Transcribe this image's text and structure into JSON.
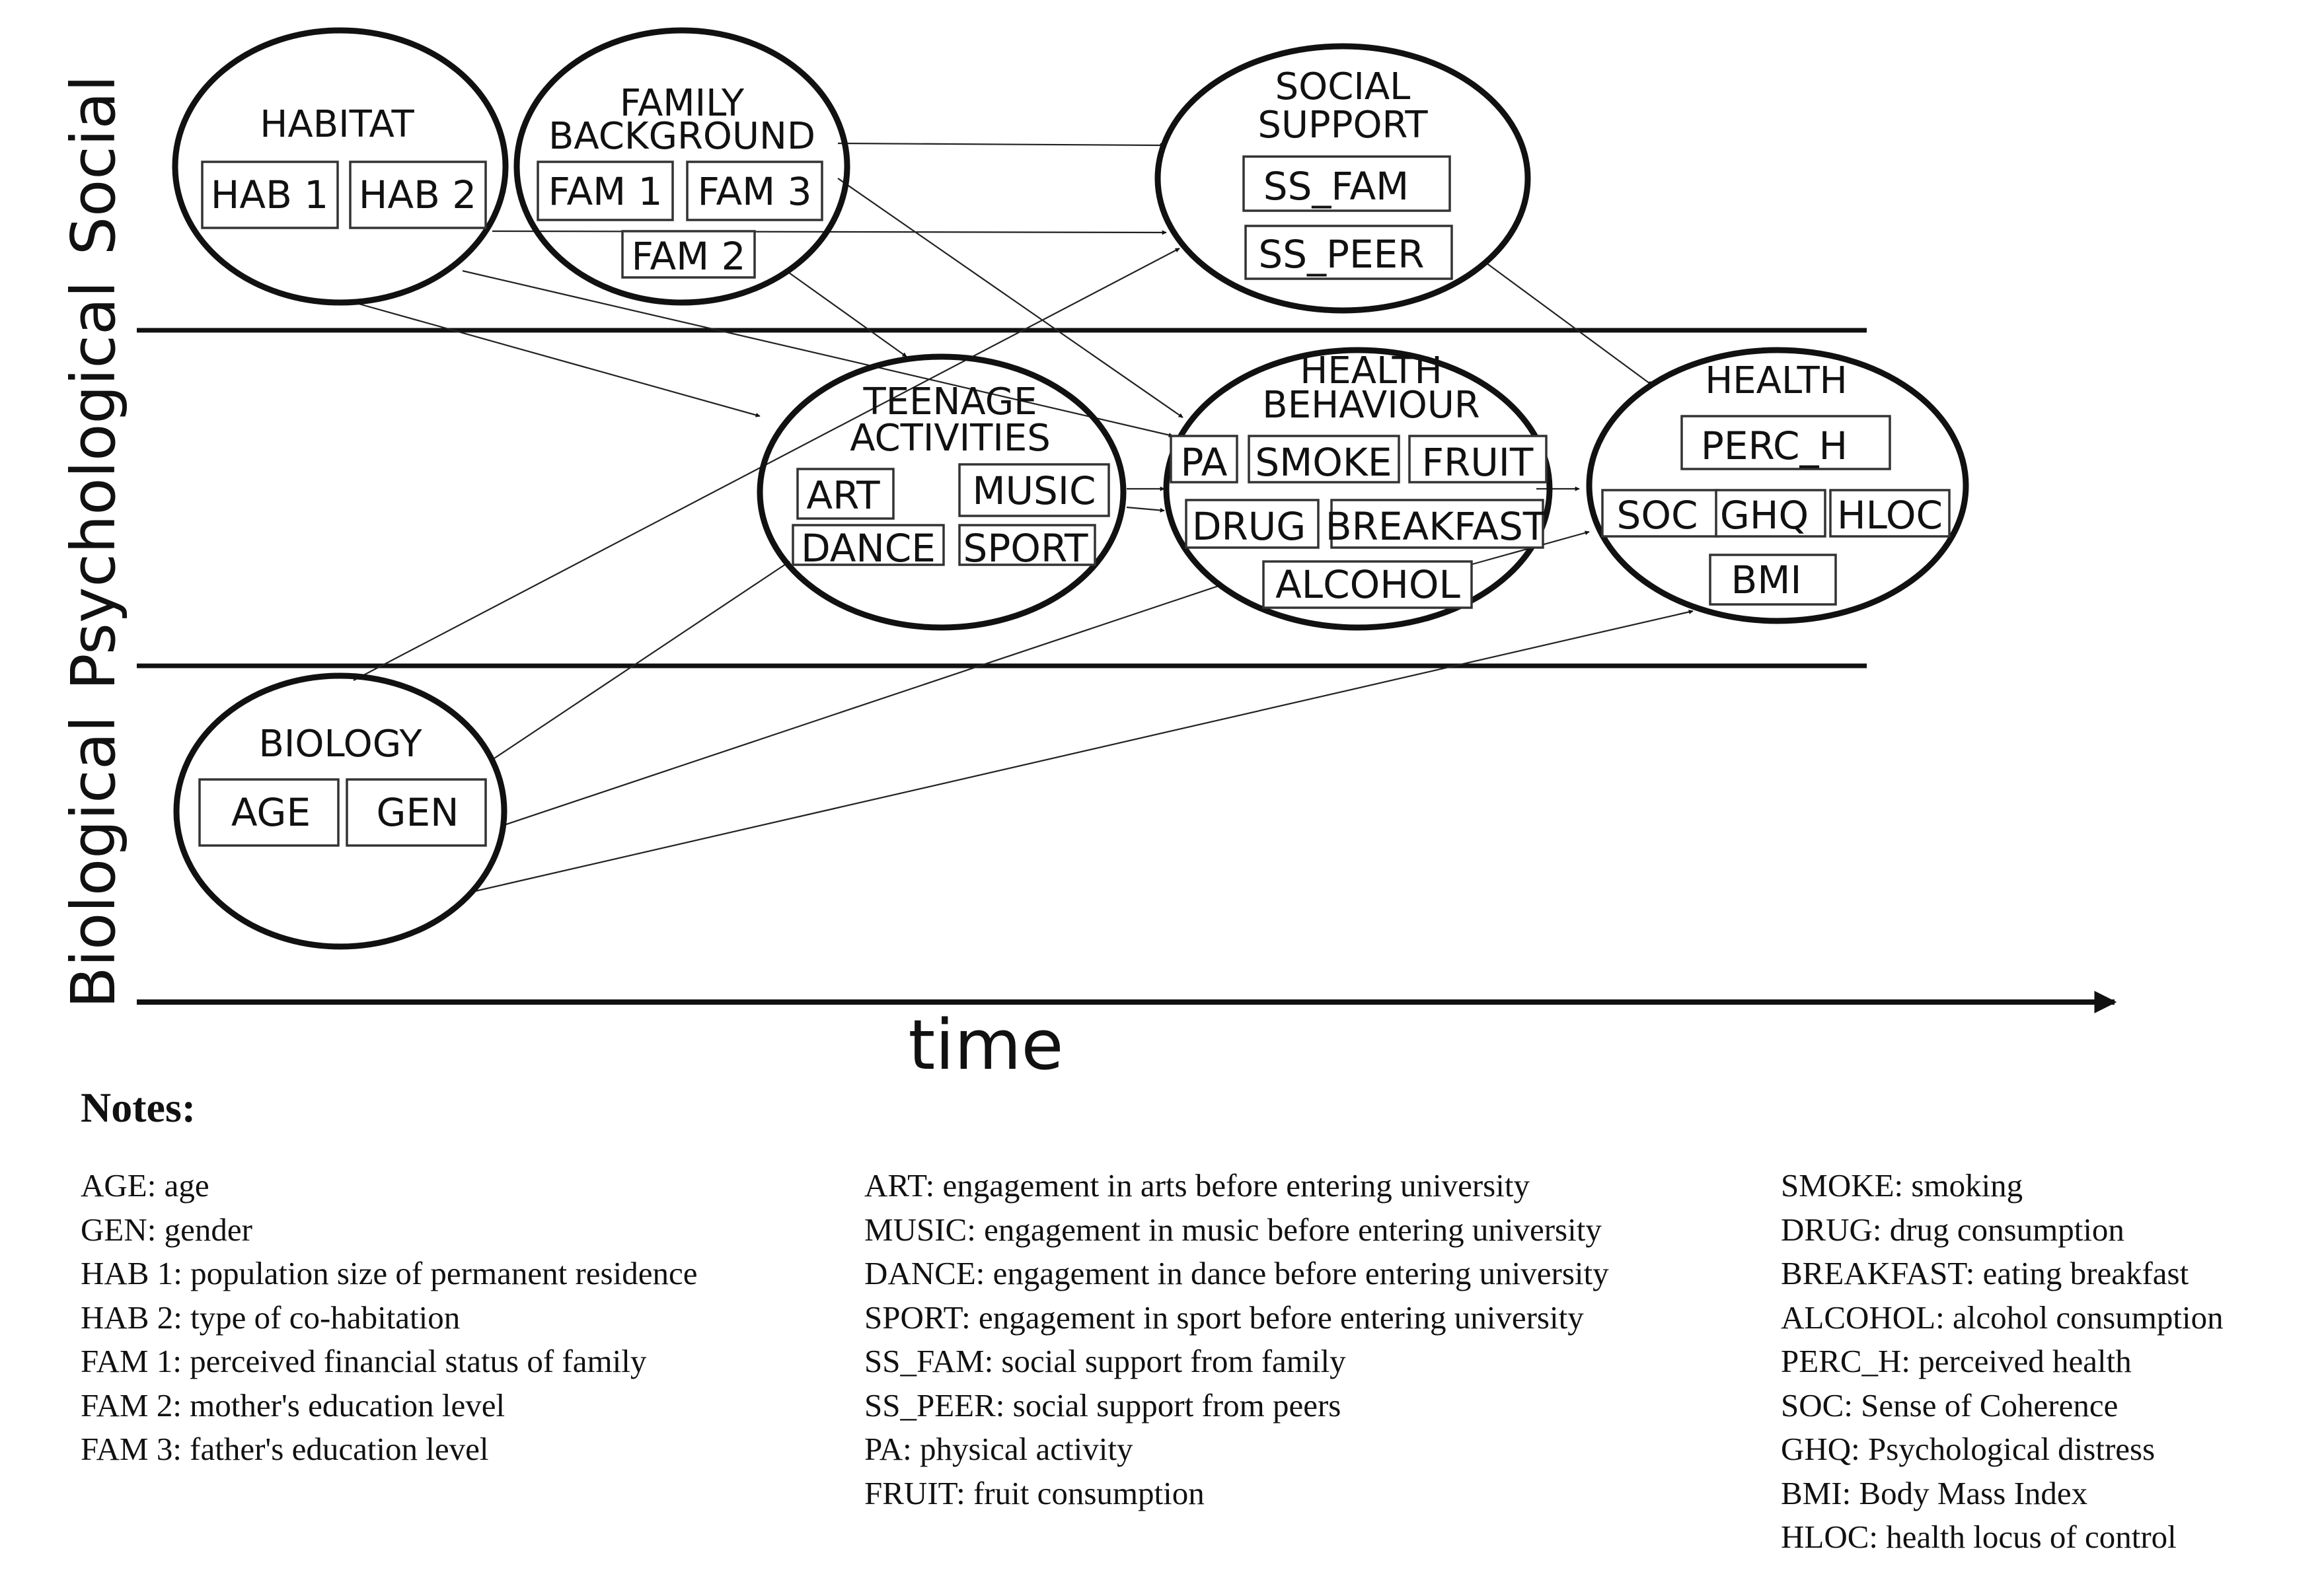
{
  "side_labels": {
    "social": "Social",
    "psychological": "Psychological",
    "biological": "Biological"
  },
  "axis": {
    "time": "time"
  },
  "nodes": {
    "habitat": {
      "title": "HABITAT",
      "vars": [
        "HAB 1",
        "HAB 2"
      ]
    },
    "family": {
      "title_line1": "FAMILY",
      "title_line2": "BACKGROUND",
      "vars": [
        "FAM 1",
        "FAM 3",
        "FAM 2"
      ]
    },
    "social_support": {
      "title_line1": "SOCIAL",
      "title_line2": "SUPPORT",
      "vars": [
        "SS_FAM",
        "SS_PEER"
      ]
    },
    "teenage": {
      "title_line1": "TEENAGE",
      "title_line2": "ACTIVITIES",
      "vars": [
        "ART",
        "MUSIC",
        "DANCE",
        "SPORT"
      ]
    },
    "health_behaviour": {
      "title_line1": "HEALTH",
      "title_line2": "BEHAVIOUR",
      "vars": [
        "PA",
        "SMOKE",
        "FRUIT",
        "DRUG",
        "BREAKFAST",
        "ALCOHOL"
      ]
    },
    "health": {
      "title": "HEALTH",
      "vars": [
        "PERC_H",
        "SOC",
        "GHQ",
        "HLOC",
        "BMI"
      ]
    },
    "biology": {
      "title": "BIOLOGY",
      "vars": [
        "AGE",
        "GEN"
      ]
    }
  },
  "notes": {
    "title": "Notes:",
    "col1": [
      "AGE: age",
      "GEN: gender",
      "HAB 1: population size of permanent residence",
      "HAB 2: type of co-habitation",
      "FAM 1: perceived financial status of family",
      "FAM 2:  mother's education level",
      "FAM 3: father's education level"
    ],
    "col2": [
      "ART: engagement in arts before entering university",
      "MUSIC: engagement in music before entering university",
      "DANCE: engagement in dance before entering university",
      "SPORT: engagement in sport before entering university",
      "SS_FAM: social support from family",
      "SS_PEER: social support from peers",
      "PA: physical activity",
      "FRUIT: fruit consumption"
    ],
    "col3": [
      "SMOKE: smoking",
      "DRUG: drug consumption",
      "BREAKFAST: eating breakfast",
      "ALCOHOL: alcohol consumption",
      "PERC_H: perceived health",
      "SOC: Sense of Coherence",
      "GHQ: Psychological distress",
      "BMI: Body Mass Index",
      "HLOC: health locus of control"
    ]
  }
}
